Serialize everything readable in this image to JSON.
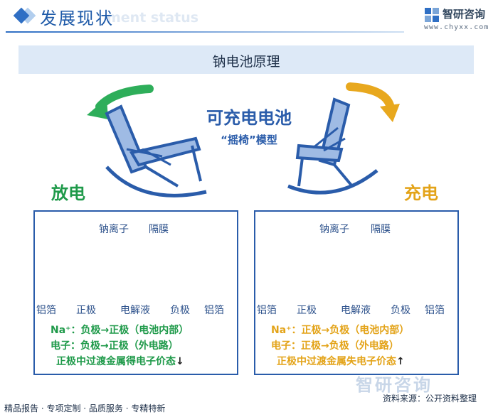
{
  "header": {
    "title": "发展现状",
    "subtitle_ghost": "ment status",
    "brand": {
      "name": "智研咨询",
      "url": "www.chyxx.com"
    }
  },
  "banner": {
    "title": "钠电池原理"
  },
  "diagram": {
    "center_title": "可充电电池",
    "center_subtitle": "“摇椅”模型",
    "discharge": {
      "label": "放电",
      "top_labels": [
        "钠离子",
        "隔膜"
      ],
      "bottom_labels": [
        "铝箔",
        "正极",
        "电解液",
        "负极",
        "铝箔"
      ],
      "lines": [
        "Na⁺：负极→正极（电池内部）",
        "电子：负极→正极（外电路）",
        "正极中过渡金属得电子价态"
      ],
      "trend": "↓"
    },
    "charge": {
      "label": "充电",
      "top_labels": [
        "钠离子",
        "隔膜"
      ],
      "bottom_labels": [
        "铝箔",
        "正极",
        "电解液",
        "负极",
        "铝箔"
      ],
      "lines": [
        "Na⁺：正极→负极（电池内部）",
        "电子：正极→负极（外电路）",
        "正极中过渡金属失电子价态"
      ],
      "trend": "↑"
    }
  },
  "footer": {
    "tagline": "精品报告 · 专项定制 · 品质服务 · 专精特新",
    "watermark": "智研咨询",
    "source": "资料来源：公开资料整理"
  },
  "colors": {
    "blue": "#2a5caa",
    "green": "#1f9a4a",
    "amber": "#e3a318"
  }
}
